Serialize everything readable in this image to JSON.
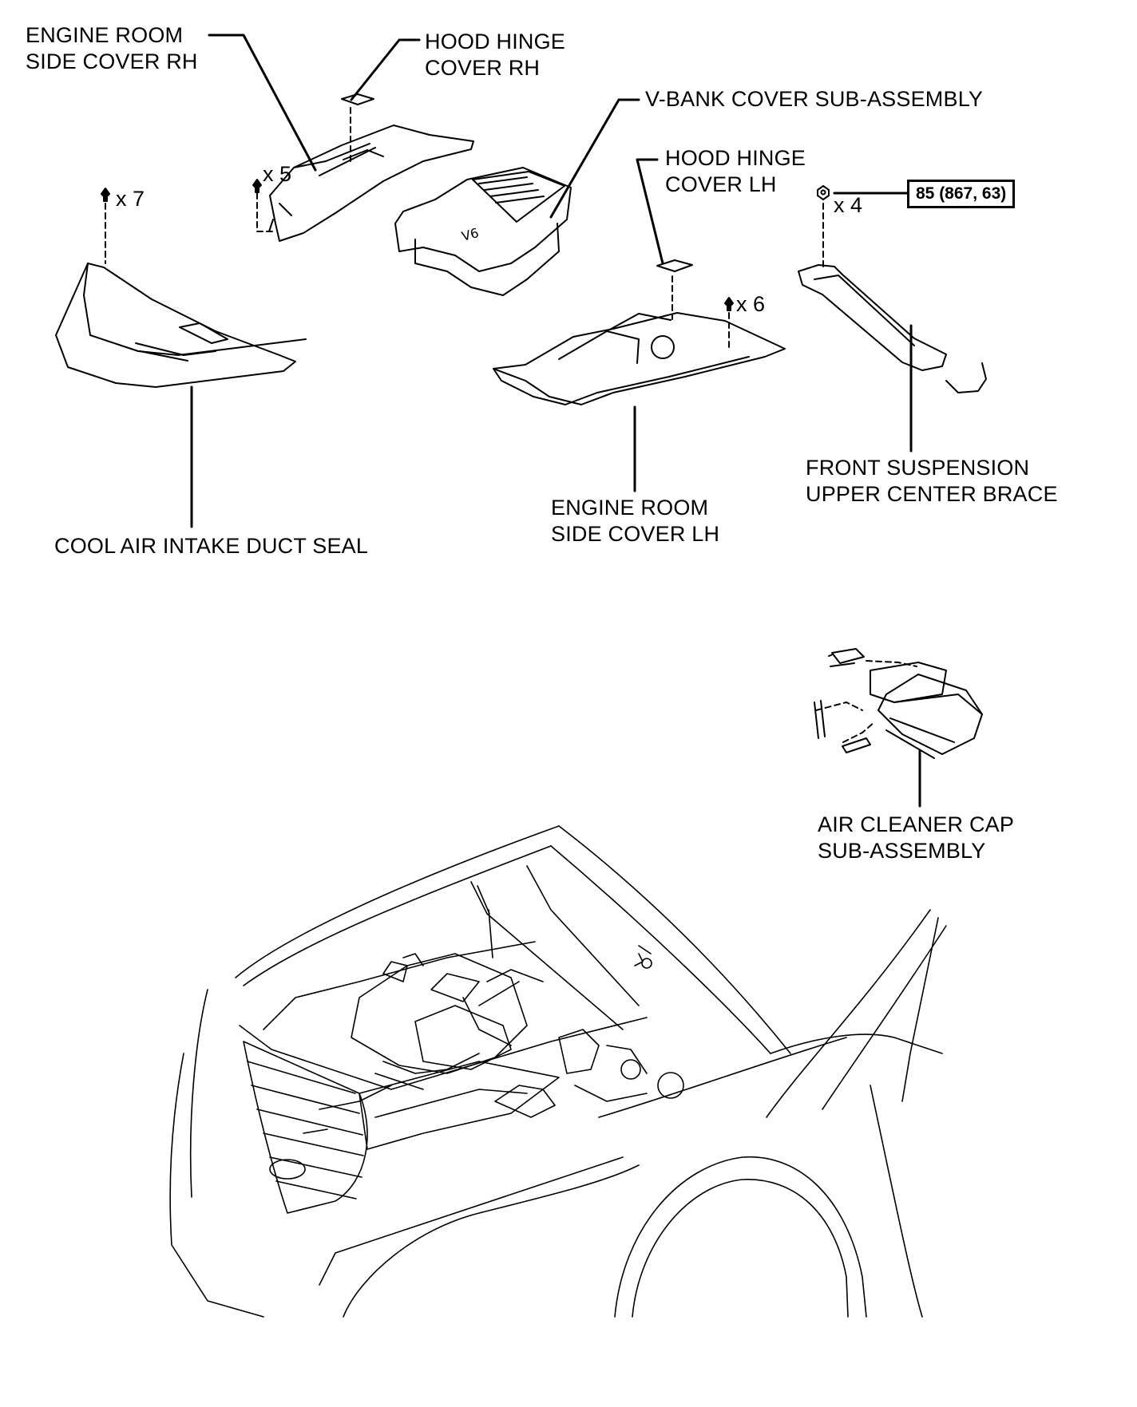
{
  "labels": {
    "engine_room_side_cover_rh": "ENGINE ROOM\nSIDE COVER RH",
    "hood_hinge_cover_rh": "HOOD HINGE\nCOVER RH",
    "v_bank_cover": "V-BANK COVER SUB-ASSEMBLY",
    "hood_hinge_cover_lh": "HOOD HINGE\nCOVER LH",
    "front_suspension_brace": "FRONT SUSPENSION\nUPPER CENTER BRACE",
    "engine_room_side_cover_lh": "ENGINE ROOM\nSIDE COVER LH",
    "cool_air_intake_duct_seal": "COOL AIR INTAKE DUCT SEAL",
    "air_cleaner_cap": "AIR CLEANER CAP\nSUB-ASSEMBLY"
  },
  "quantities": {
    "clips_duct_seal": "x 7",
    "clips_side_cover_rh": "x 5",
    "nuts_brace": "x 4",
    "clips_side_cover_lh": "x 6"
  },
  "torque": "85 (867, 63)",
  "icons": [
    "clip-icon",
    "nut-icon"
  ],
  "colors": {
    "line": "#000000",
    "background": "#ffffff"
  }
}
